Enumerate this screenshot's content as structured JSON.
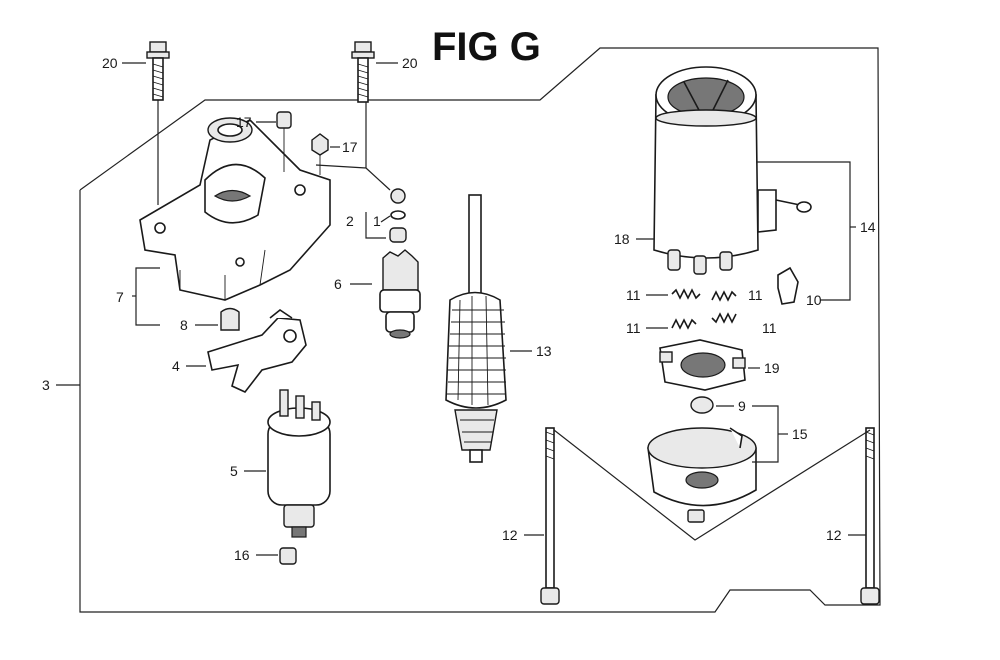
{
  "title": "FIG G",
  "callouts": {
    "c20a": "20",
    "c20b": "20",
    "c17a": "17",
    "c17b": "17",
    "c2": "2",
    "c1": "1",
    "c7": "7",
    "c8": "8",
    "c6": "6",
    "c4": "4",
    "c3": "3",
    "c5": "5",
    "c16": "16",
    "c13": "13",
    "c18": "18",
    "c14": "14",
    "c11a": "11",
    "c11b": "11",
    "c11c": "11",
    "c11d": "11",
    "c10": "10",
    "c19": "19",
    "c9": "9",
    "c15": "15",
    "c12a": "12",
    "c12b": "12"
  }
}
